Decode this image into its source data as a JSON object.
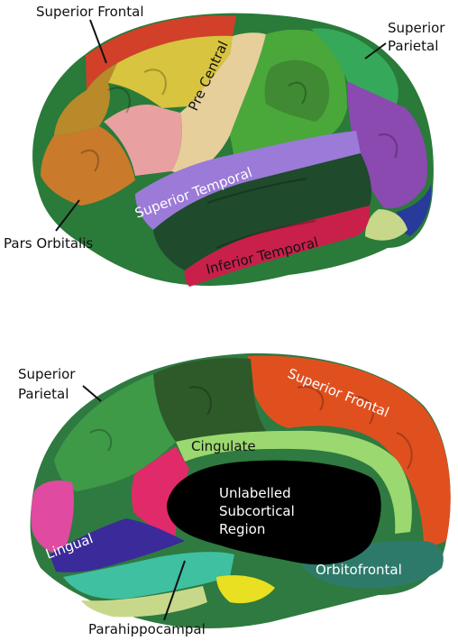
{
  "lateral_view": {
    "labels": {
      "superior_frontal": "Superior Frontal",
      "superior_parietal": "Superior Parietal",
      "pre_central": "Pre Central",
      "superior_temporal": "Superior Temporal",
      "inferior_temporal": "Inferior Temporal",
      "pars_orbitalis": "Pars Orbitalis"
    },
    "colors": {
      "superior_frontal": "#d2402a",
      "caudal_middle_frontal": "#d8c43e",
      "rostral_middle_frontal": "#b88a2a",
      "pars": "#c97a2a",
      "pars_triangularis": "#e8a0a0",
      "pre_central": "#e6cf9a",
      "post_central": "#4aa83a",
      "supramarginal": "#3f8a32",
      "superior_parietal": "#36a85a",
      "inferior_parietal": "#8a4ab0",
      "superior_temporal": "#9b7ad8",
      "middle_temporal": "#1f4a2c",
      "inferior_temporal": "#c8204a",
      "lateral_occipital": "#283a9a",
      "banks": "#c7d88a"
    }
  },
  "medial_view": {
    "labels": {
      "superior_parietal": "Superior Parietal",
      "superior_frontal": "Superior Frontal",
      "cingulate": "Cingulate",
      "unlabelled": "Unlabelled Subcortical Region",
      "lingual": "Lingual",
      "orbitofrontal": "Orbitofrontal",
      "parahippocampal": "Parahippocampal"
    },
    "colors": {
      "superior_frontal": "#e0501f",
      "paracentral": "#2e5a2a",
      "precuneus": "#3f9a48",
      "cingulate": "#9cd870",
      "isthmus": "#e02a6a",
      "cuneus": "#e04aa0",
      "lingual": "#3a2a9a",
      "parahippocampal": "#3fc0a0",
      "fusiform": "#c8d88a",
      "entorhinal": "#e8e020",
      "medial_orbitofrontal": "#2e7a6a",
      "unlabelled": "#000000"
    }
  }
}
